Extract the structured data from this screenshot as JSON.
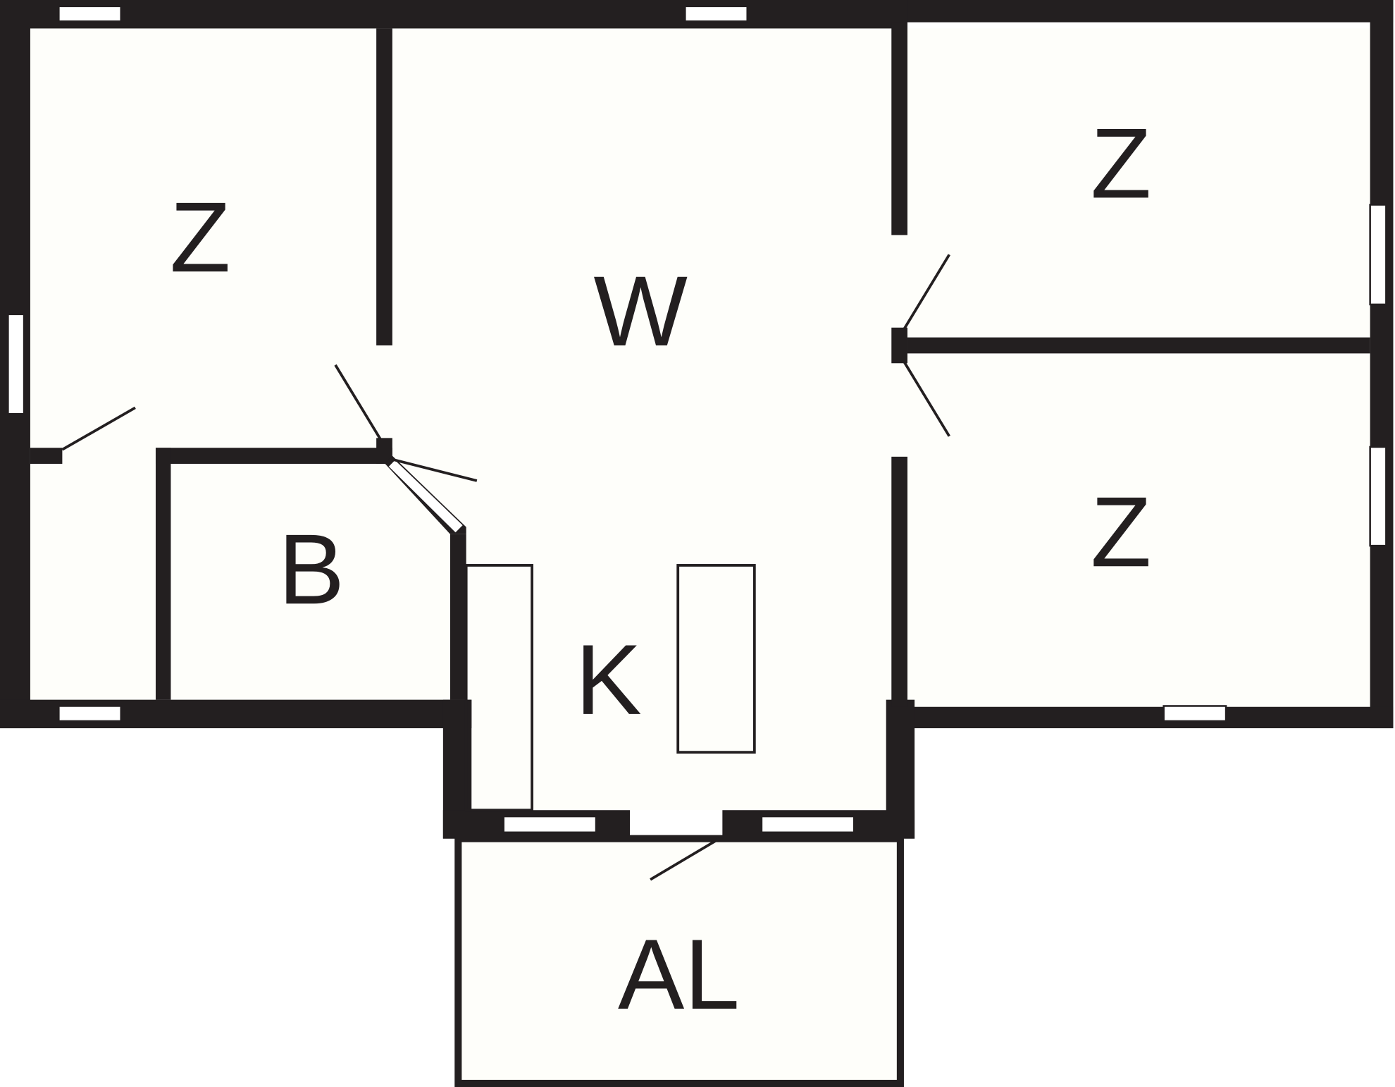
{
  "floor_plan": {
    "rooms": [
      {
        "id": "bedroom-left",
        "label": "Z"
      },
      {
        "id": "living",
        "label": "W"
      },
      {
        "id": "bedroom-top-right",
        "label": "Z"
      },
      {
        "id": "bedroom-bottom-right",
        "label": "Z"
      },
      {
        "id": "bathroom",
        "label": "B"
      },
      {
        "id": "kitchen",
        "label": "K"
      },
      {
        "id": "balcony",
        "label": "AL"
      }
    ],
    "colors": {
      "wall": "#231f20",
      "floor": "#fefefa"
    }
  }
}
